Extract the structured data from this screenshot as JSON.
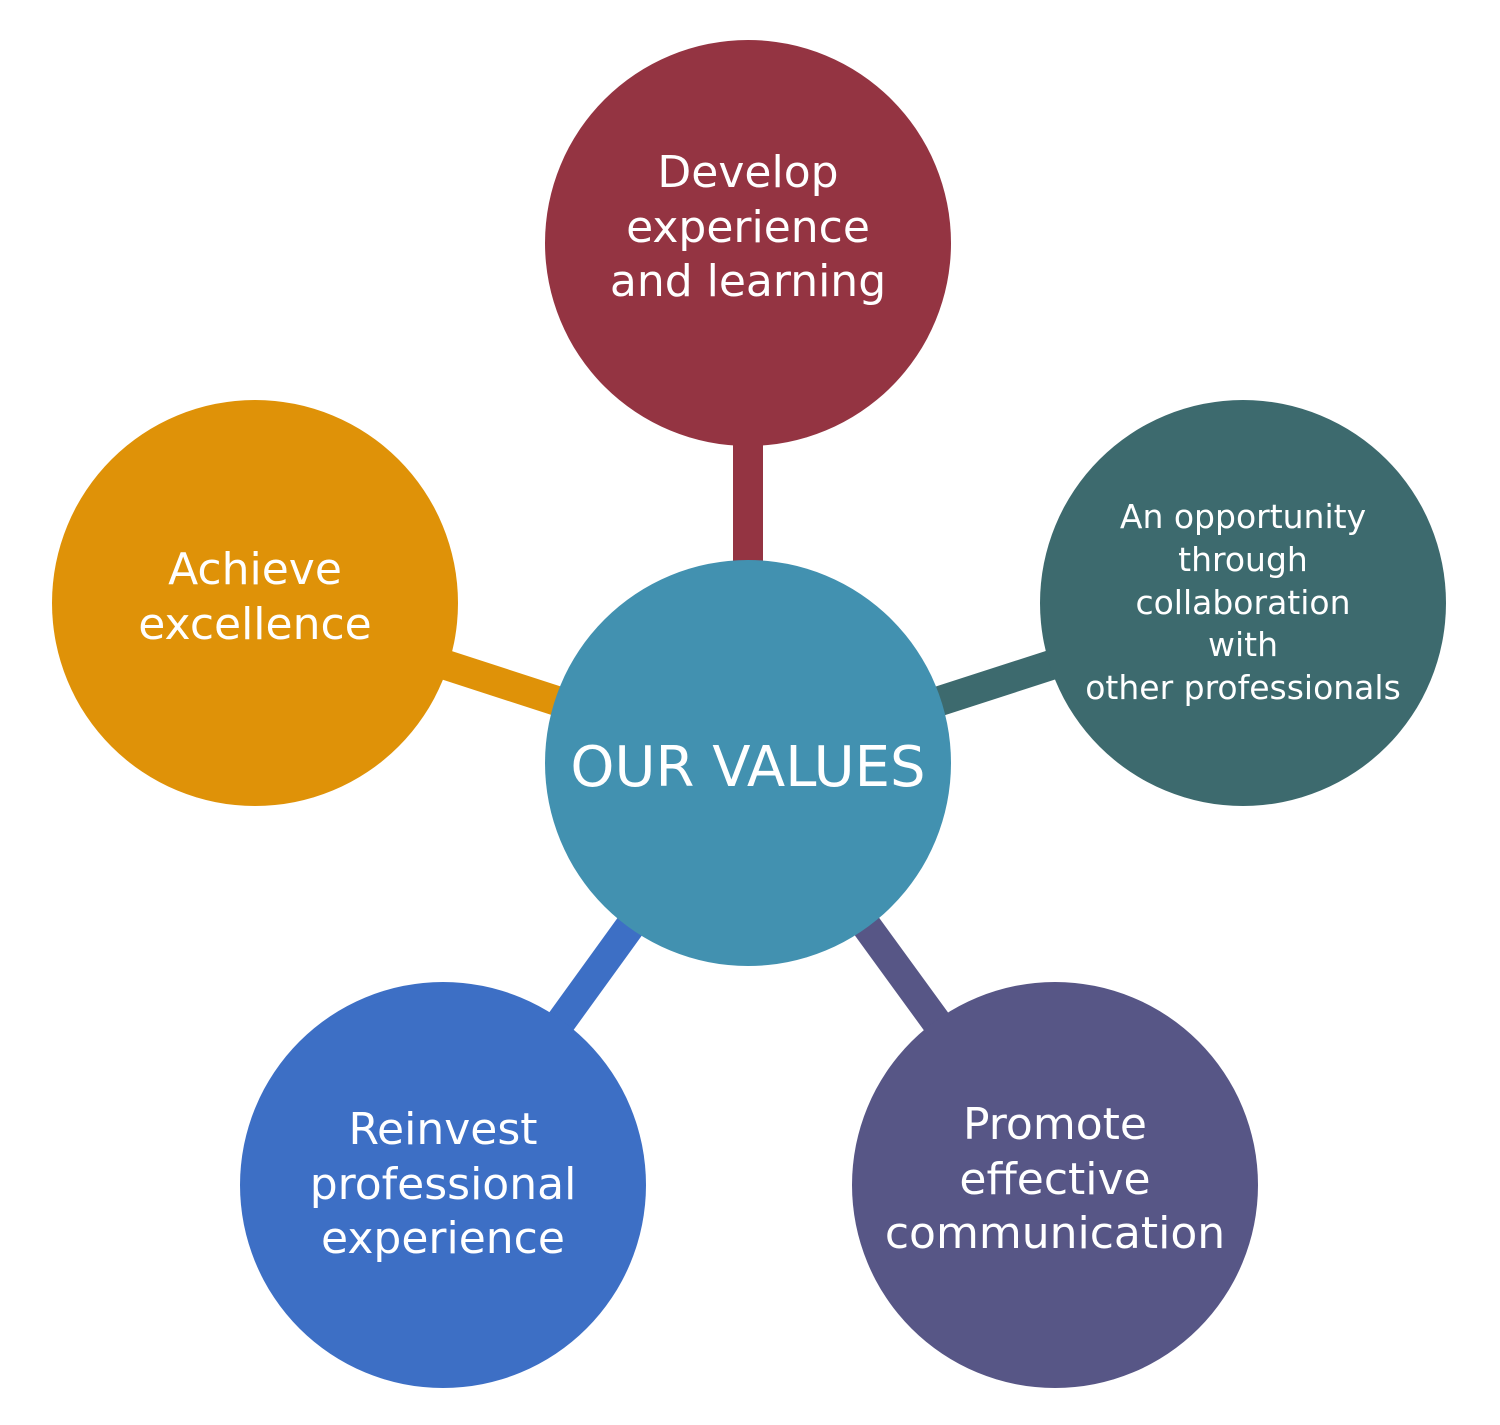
{
  "center": {
    "label": "OUR VALUES",
    "color": "#4291B0"
  },
  "nodes": [
    {
      "label": "Develop experience and learning",
      "lines": [
        "Develop",
        "experience",
        "and learning"
      ],
      "color": "#943442"
    },
    {
      "label": "An opportunity through collaboration with other professionals",
      "lines": [
        "An opportunity",
        "through",
        "collaboration",
        "with",
        "other professionals"
      ],
      "color": "#3D6A6E"
    },
    {
      "label": "Promote effective communication",
      "lines": [
        "Promote",
        "effective",
        "communication"
      ],
      "color": "#575686"
    },
    {
      "label": "Reinvest professional experience",
      "lines": [
        "Reinvest",
        "professional",
        "experience"
      ],
      "color": "#3D6FC5"
    },
    {
      "label": "Achieve excellence",
      "lines": [
        "Achieve",
        "excellence"
      ],
      "color": "#DF9208"
    }
  ]
}
